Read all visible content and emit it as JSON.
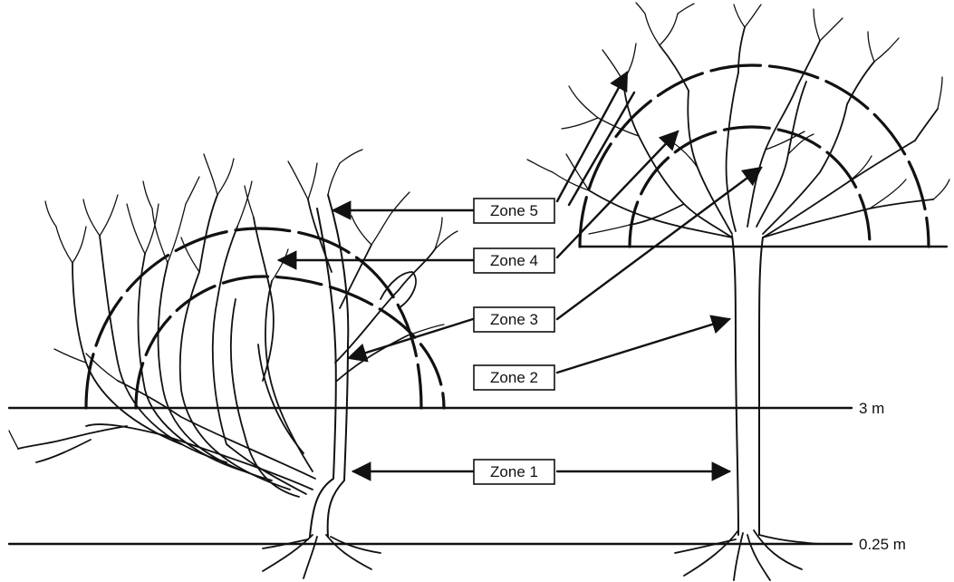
{
  "zones": {
    "zone5": "Zone 5",
    "zone4": "Zone 4",
    "zone3": "Zone 3",
    "zone2": "Zone 2",
    "zone1": "Zone 1"
  },
  "heights": {
    "upper": "3 m",
    "lower": "0.25 m"
  },
  "colors": {
    "ink": "#111111",
    "background": "#ffffff"
  }
}
